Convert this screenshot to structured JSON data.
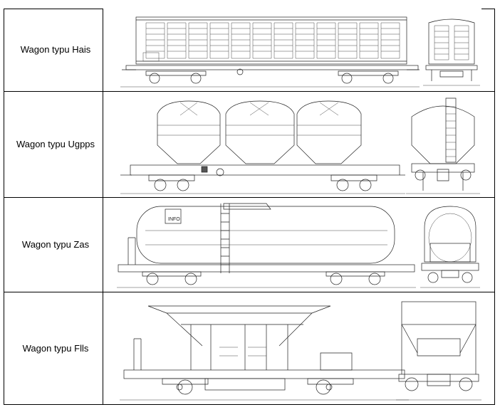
{
  "table": {
    "rows": [
      {
        "label": "Wagon typu Hais",
        "side_icon": "boxcar-side-drawing",
        "end_icon": "boxcar-end-drawing"
      },
      {
        "label": "Wagon typu Ugpps",
        "side_icon": "hopper-silo-side-drawing",
        "end_icon": "hopper-silo-end-drawing"
      },
      {
        "label": "Wagon typu Zas",
        "side_icon": "tank-wagon-side-drawing",
        "end_icon": "tank-wagon-end-drawing"
      },
      {
        "label": "Wagon typu Flls",
        "side_icon": "open-hopper-side-drawing",
        "end_icon": "open-hopper-end-drawing"
      }
    ],
    "stamp_text": "INFO"
  }
}
